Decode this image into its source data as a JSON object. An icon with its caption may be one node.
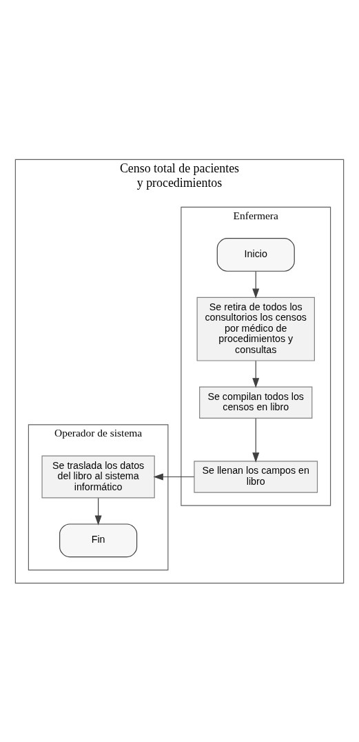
{
  "diagram": {
    "nodes": [
      {
        "text": [
          "Censo total de pacientes y procedimientos"
        ]
      },
      {
        "text": [
          "Enfermera"
        ],
        "in": 0
      },
      {
        "text": [
          "Operador de sistema"
        ],
        "in": 0
      },
      {
        "text": [
          "Inicio"
        ],
        "in": 1
      },
      {
        "text": [
          "Se retira de todos los consultorios los censos por médico de procedimientos y consultas"
        ],
        "in": 1
      },
      {
        "text": [
          "Se compilan todos los censos en libro"
        ],
        "in": 1
      },
      {
        "text": [
          "Se llenan los campos en libro"
        ],
        "in": 1
      },
      {
        "text": [
          "Se traslada los datos del libro al sistema informático"
        ],
        "in": 2
      },
      {
        "text": [
          "Fin"
        ],
        "in": 2
      }
    ],
    "edges": [
      {
        "from": 3,
        "to": 4,
        "arrow": "to"
      },
      {
        "from": 4,
        "to": 5,
        "arrow": "to"
      },
      {
        "from": 5,
        "to": 6,
        "arrow": "to"
      },
      {
        "from": 6,
        "to": 7,
        "arrow": "to"
      },
      {
        "from": 7,
        "to": 8,
        "arrow": "to"
      }
    ]
  }
}
